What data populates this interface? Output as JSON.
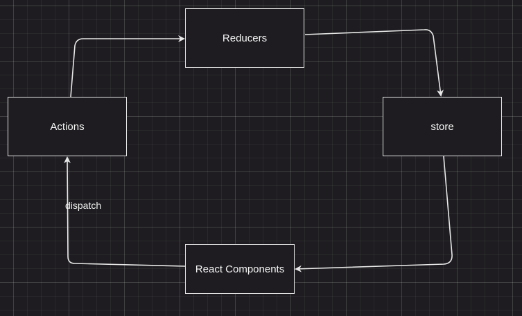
{
  "diagram": {
    "nodes": {
      "reducers": "Reducers",
      "actions": "Actions",
      "store": "store",
      "react_components": "React Components"
    },
    "edges": [
      {
        "from": "actions",
        "to": "reducers",
        "label": ""
      },
      {
        "from": "reducers",
        "to": "store",
        "label": ""
      },
      {
        "from": "store",
        "to": "react_components",
        "label": ""
      },
      {
        "from": "react_components",
        "to": "actions",
        "label": "dispatch"
      }
    ],
    "colors": {
      "background": "#1e1c20",
      "stroke": "#e8e8e8",
      "text": "#f5f5f5"
    }
  }
}
